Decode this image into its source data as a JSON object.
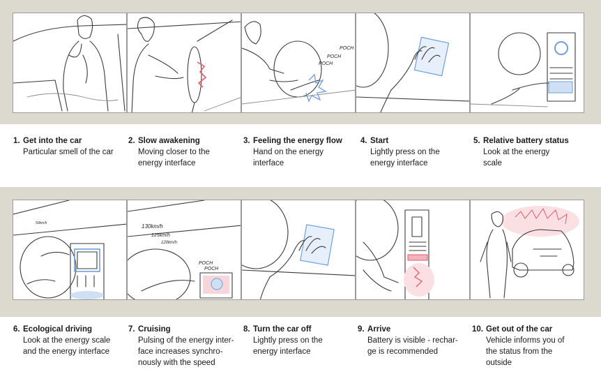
{
  "steps": [
    {
      "number": "1.",
      "title": "Get into the car",
      "lines": [
        "Particular smell of the car"
      ]
    },
    {
      "number": "2.",
      "title": "Slow awakening",
      "lines": [
        "Moving closer to the",
        "energy interface"
      ]
    },
    {
      "number": "3.",
      "title": "Feeling the energy flow",
      "lines": [
        "Hand on the energy",
        "interface"
      ]
    },
    {
      "number": "4.",
      "title": "Start",
      "lines": [
        "Lightly press on the",
        "energy interface"
      ]
    },
    {
      "number": "5.",
      "title": "Relative battery status",
      "lines": [
        "Look at the energy",
        "scale"
      ]
    },
    {
      "number": "6.",
      "title": "Ecological driving",
      "lines": [
        "Look at the energy scale",
        "and the energy interface"
      ]
    },
    {
      "number": "7.",
      "title": "Cruising",
      "lines": [
        "Pulsing of the energy inter-",
        "face increases synchro-",
        "nously with the speed"
      ]
    },
    {
      "number": "8.",
      "title": "Turn the car off",
      "lines": [
        "Lightly press on the",
        "energy interface"
      ]
    },
    {
      "number": "9.",
      "title": "Arrive",
      "lines": [
        "Battery is visible - rechar-",
        "ge is recommended"
      ]
    },
    {
      "number": "10.",
      "title": "Get out of the car",
      "lines": [
        "Vehicle informs you of",
        "the status from the",
        "outside"
      ]
    }
  ],
  "sketch_text": {
    "poch_large": "POCH",
    "poch_small": "POCH",
    "speed_1": "130km/h",
    "speed_2": "125km/h",
    "speed_3": "120km/h",
    "speed_small": "50km/h"
  },
  "colors": {
    "band": "#dcd9cf",
    "energy_blue": "#6f9fdc",
    "energy_red": "#e85a6a",
    "panel_border": "#9a9a9a"
  }
}
